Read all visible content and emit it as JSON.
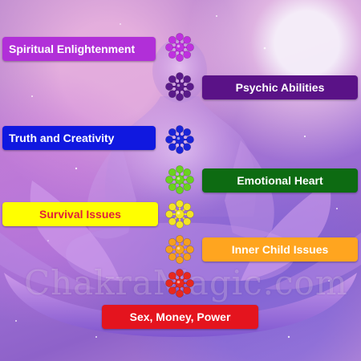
{
  "watermark": "ChakraMagic.com",
  "chakras": [
    {
      "label": "Spiritual Enlightenment",
      "color": "#b12fd8",
      "text_color": "#ffffff",
      "icon_color": "#c030e0",
      "side": "left"
    },
    {
      "label": "Psychic Abilities",
      "color": "#5a1287",
      "text_color": "#ffffff",
      "icon_color": "#5a1a8a",
      "side": "right"
    },
    {
      "label": "Truth and Creativity",
      "color": "#1018e0",
      "text_color": "#ffffff",
      "icon_color": "#1a24d8",
      "side": "left"
    },
    {
      "label": "Emotional Heart",
      "color": "#0d6b12",
      "text_color": "#ffffff",
      "icon_color": "#6ad21e",
      "side": "right"
    },
    {
      "label": "Survival Issues",
      "color": "#ffff00",
      "text_color": "#e0203a",
      "icon_color": "#f2e424",
      "side": "left"
    },
    {
      "label": "Inner Child Issues",
      "color": "#ffa51f",
      "text_color": "#ffffff",
      "icon_color": "#f5a01e",
      "side": "right"
    },
    {
      "label": "Sex, Money, Power",
      "color": "#e4141e",
      "text_color": "#ffffff",
      "icon_color": "#e8281e",
      "side": "bottom"
    }
  ]
}
